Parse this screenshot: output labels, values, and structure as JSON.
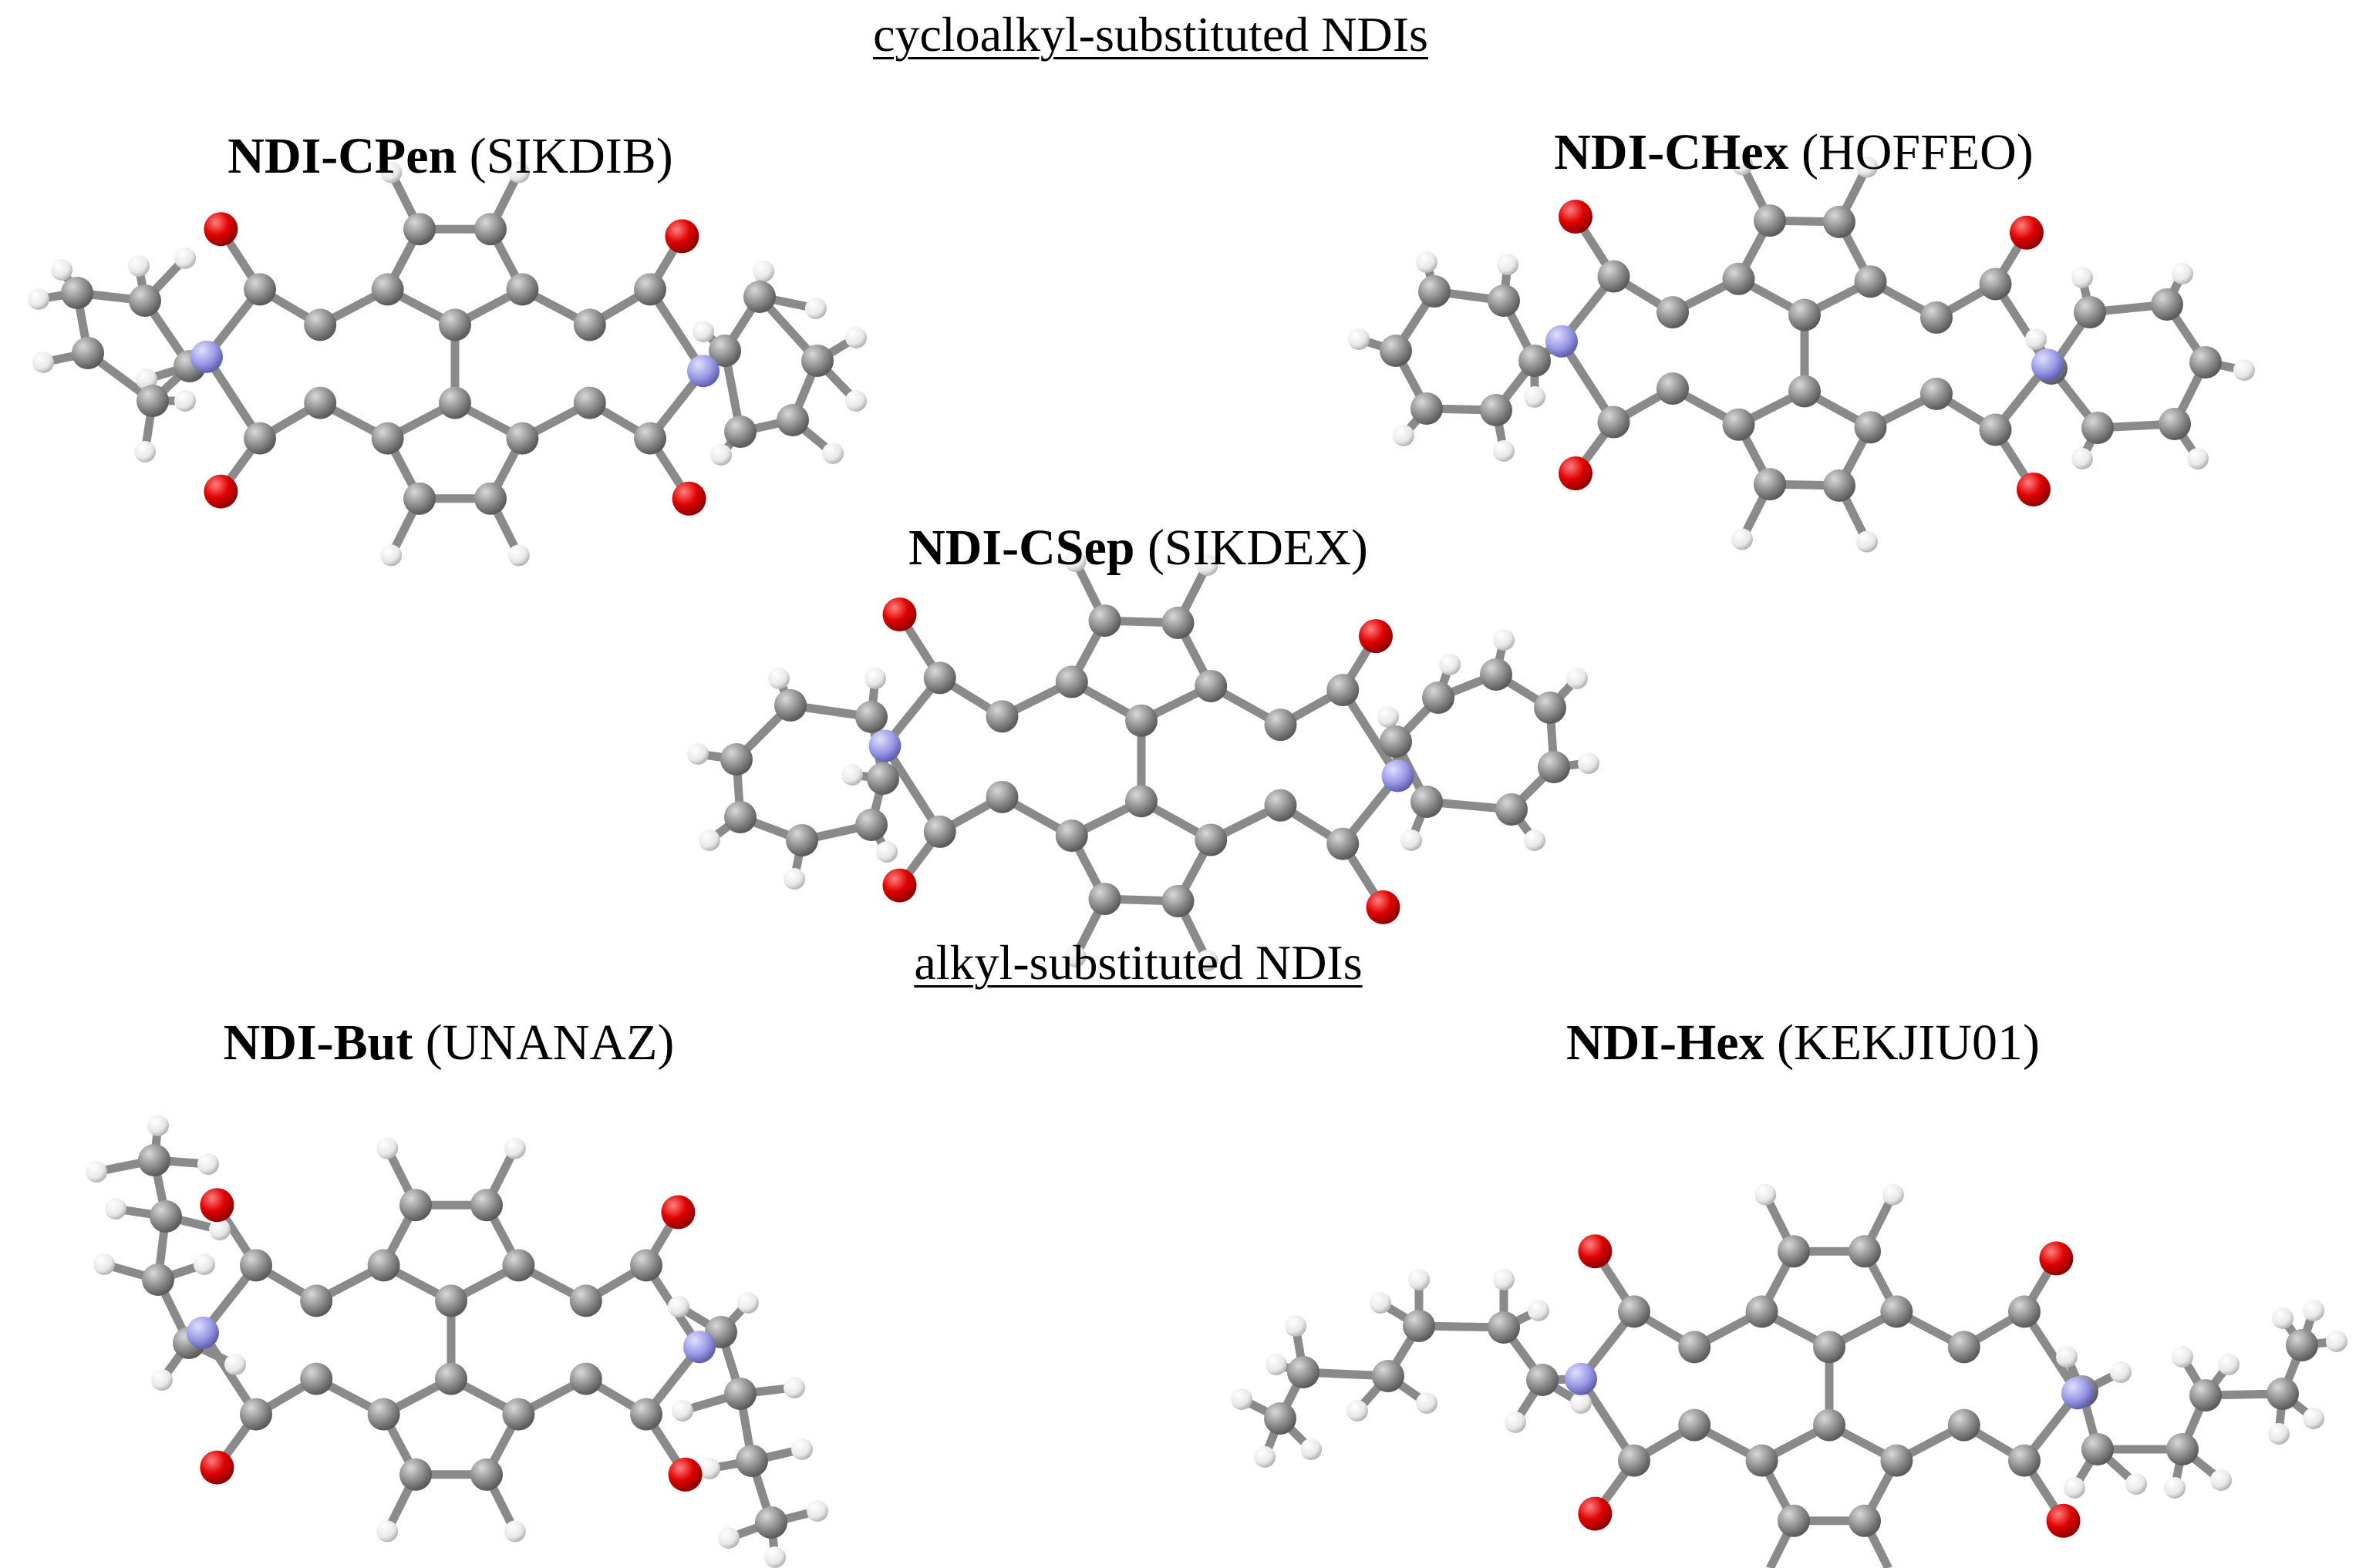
{
  "sections": {
    "cycloalkyl": "cycloalkyl-substituted NDIs",
    "alkyl": "alkyl-substituted NDIs"
  },
  "molecules": [
    {
      "name": "NDI-CPen",
      "code": "(SIKDIB)"
    },
    {
      "name": "NDI-CHex",
      "code": "(HOFFEO)"
    },
    {
      "name": "NDI-CSep",
      "code": "(SIKDEX)"
    },
    {
      "name": "NDI-But",
      "code": "(UNANAZ)"
    },
    {
      "name": "NDI-Hex",
      "code": "(KEKJIU01)"
    }
  ],
  "atom_colors": {
    "C": "#8c8c8c",
    "H": "#e8e8e8",
    "O": "#e00000",
    "N": "#9a9ae6"
  }
}
